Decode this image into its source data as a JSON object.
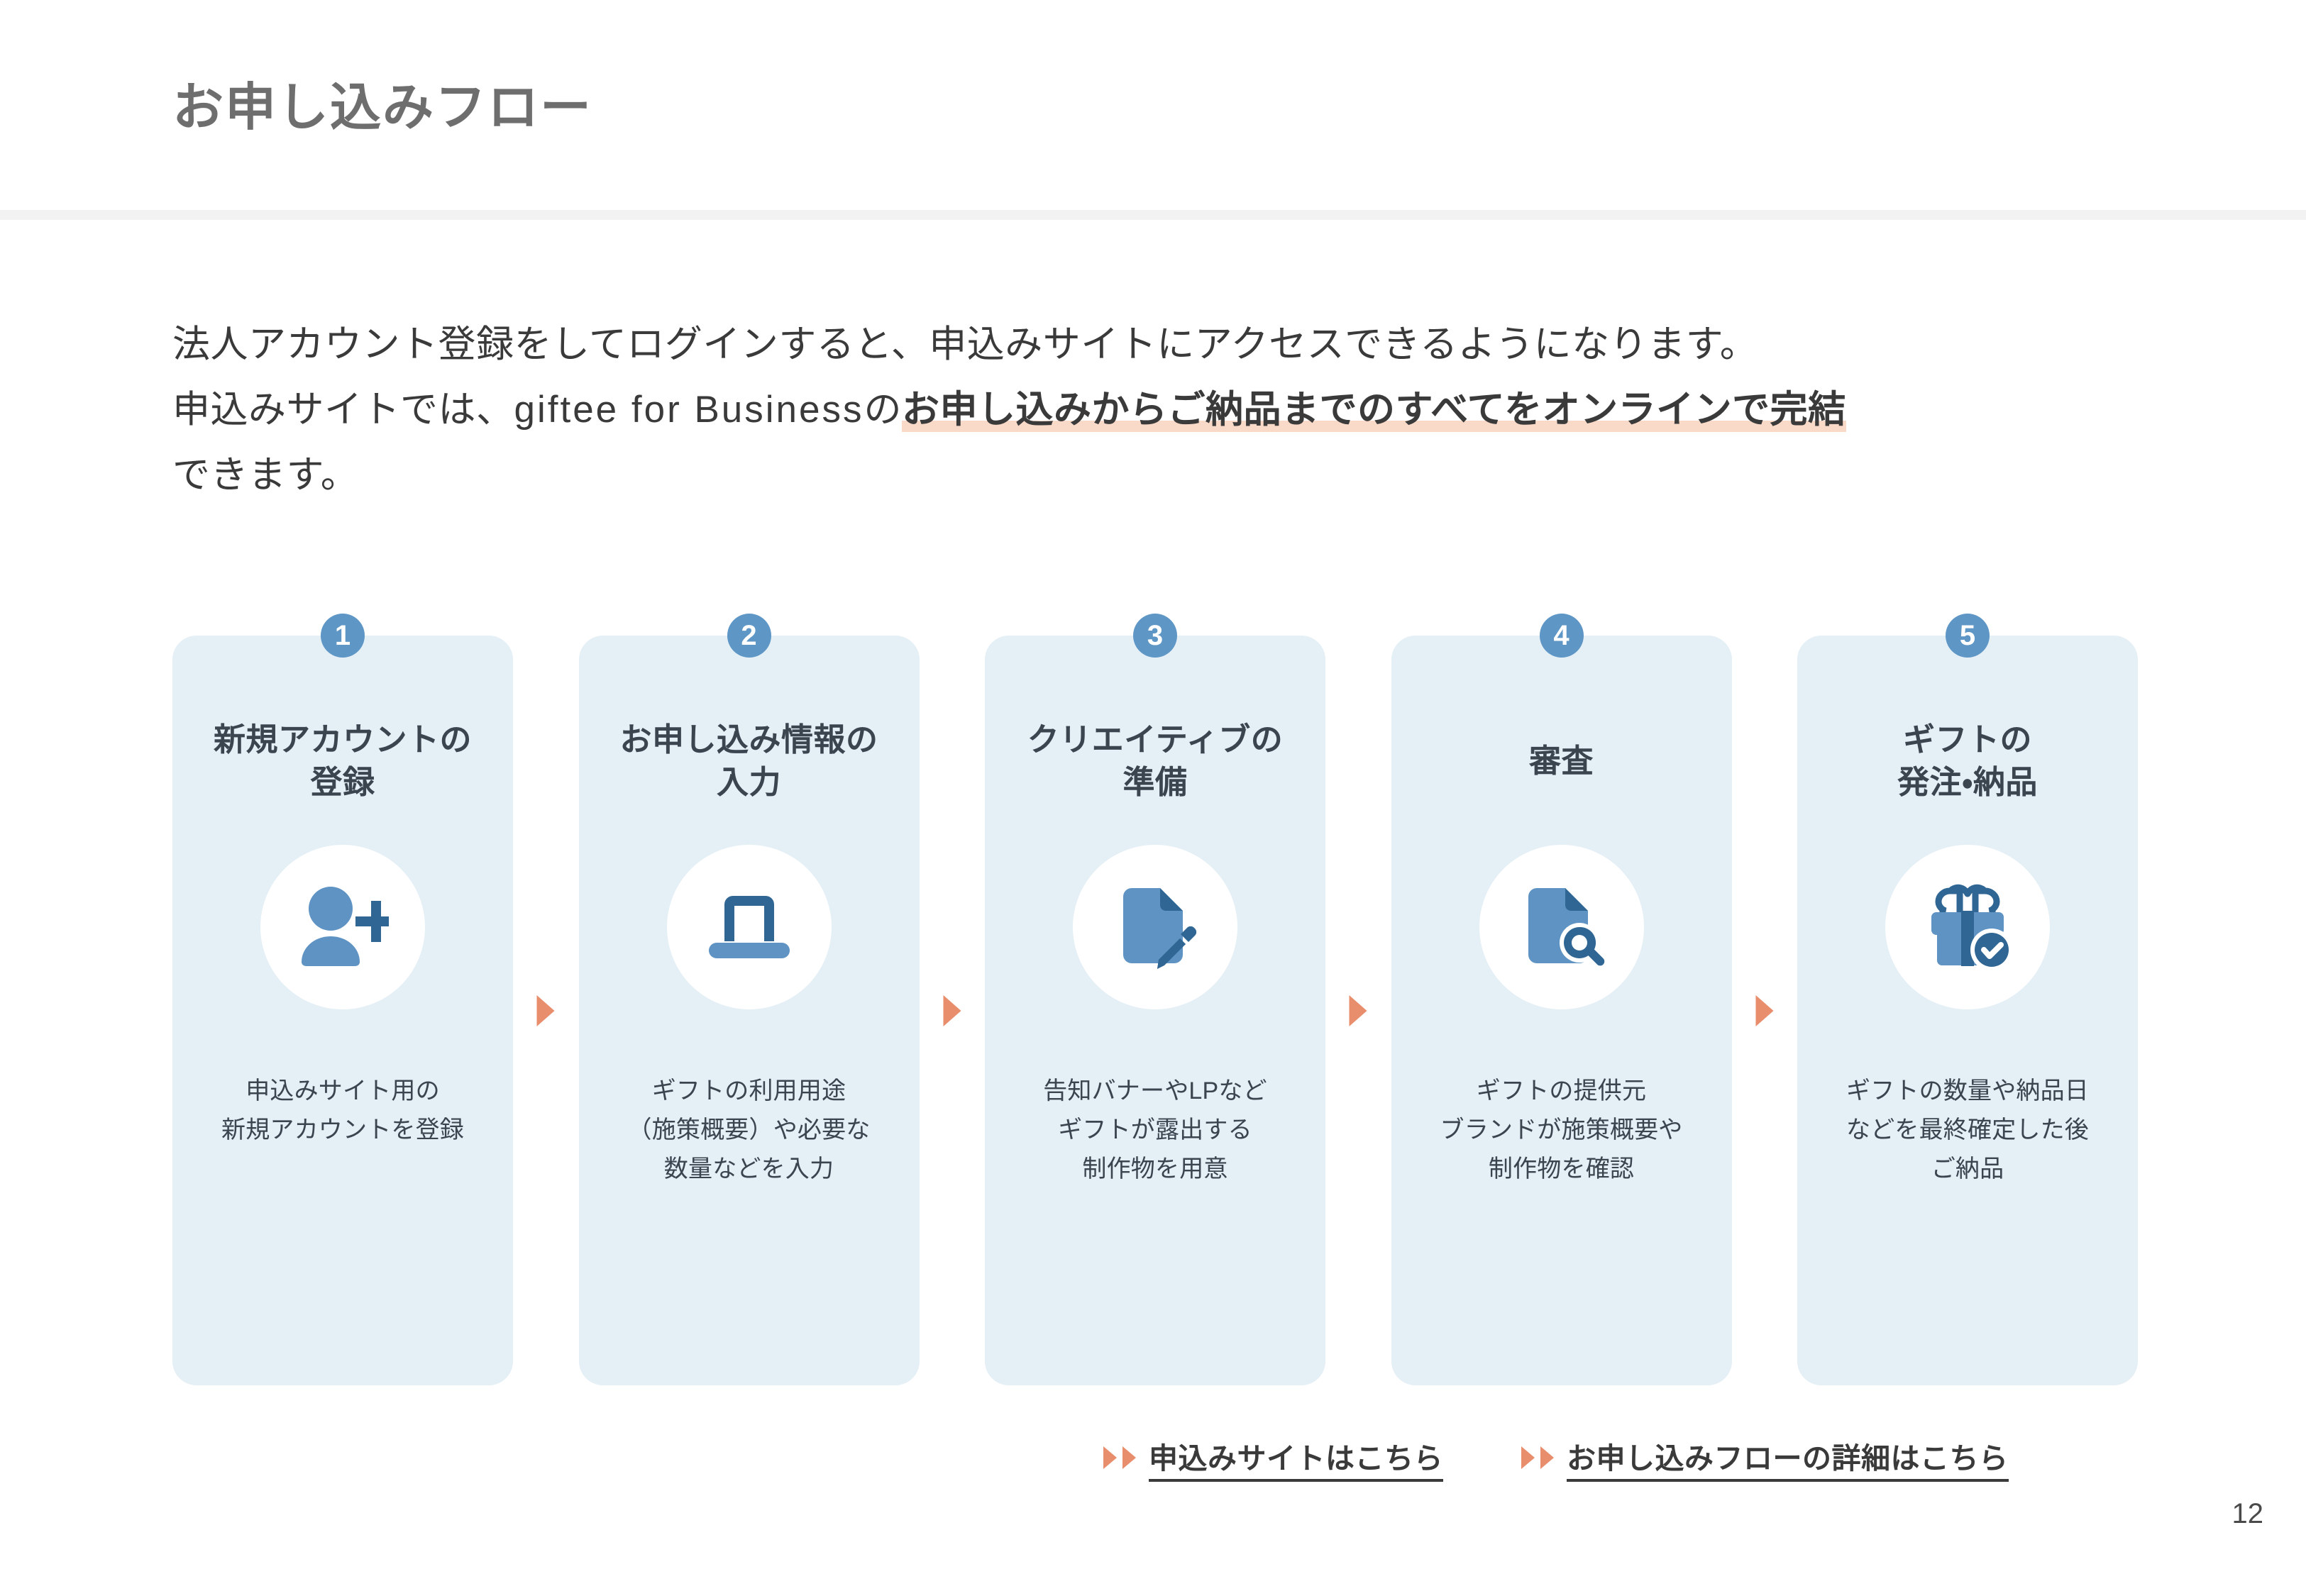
{
  "header": {
    "title": "お申し込みフロー"
  },
  "lead": {
    "line1": "法人アカウント登録をしてログインすると、申込みサイトにアクセスできるようになります。",
    "line2_pre": "申込みサイトでは、",
    "line2_brand": "giftee for Business",
    "line2_mid": "の",
    "line2_highlight": "お申し込みからご納品までのすべてをオンラインで完結",
    "line3": "できます。"
  },
  "flow": {
    "steps": [
      {
        "number": "1",
        "title_line1": "新規アカウントの",
        "title_line2": "登録",
        "icon": "person-add-icon",
        "desc_line1": "申込みサイト用の",
        "desc_line2": "新規アカウントを登録",
        "desc_line3": ""
      },
      {
        "number": "2",
        "title_line1": "お申し込み情報の",
        "title_line2": "入力",
        "icon": "laptop-icon",
        "desc_line1": "ギフトの利用用途",
        "desc_line2": "（施策概要）や必要な",
        "desc_line3": "数量などを入力"
      },
      {
        "number": "3",
        "title_line1": "クリエイティブの",
        "title_line2": "準備",
        "icon": "document-pencil-icon",
        "desc_line1": "告知バナーやLPなど",
        "desc_line2": "ギフトが露出する",
        "desc_line3": "制作物を用意"
      },
      {
        "number": "4",
        "title_line1": "審査",
        "title_line2": "",
        "icon": "document-search-icon",
        "desc_line1": "ギフトの提供元",
        "desc_line2": "ブランドが施策概要や",
        "desc_line3": "制作物を確認"
      },
      {
        "number": "5",
        "title_line1": "ギフトの",
        "title_line2": "発注・納品",
        "icon": "gift-check-icon",
        "desc_line1": "ギフトの数量や納品日",
        "desc_line2": "などを最終確定した後",
        "desc_line3": "ご納品"
      }
    ]
  },
  "links": [
    {
      "label": "申込みサイトはこちら"
    },
    {
      "label": "お申し込みフローの詳細はこちら"
    }
  ],
  "footer": {
    "page_number": "12"
  },
  "colors": {
    "card_background": "#e4eff6",
    "badge": "#5e96c6",
    "icon_light": "#5e93c3",
    "icon_dark": "#2f6694",
    "accent_orange": "#e98e6d",
    "highlight": "#f9d9c8",
    "title_gray": "#6e6e6e",
    "text_dark": "#3a4550"
  }
}
